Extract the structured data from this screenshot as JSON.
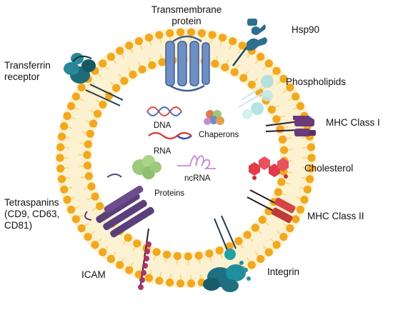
{
  "labels": {
    "transmembrane_protein": "Transmembrane\nprotein",
    "hsp90": "Hsp90",
    "transferrin_receptor": "Transferrin\nreceptor",
    "phospholipids": "Phospholipids",
    "mhc_class_i": "MHC Class I",
    "dna": "DNA",
    "chaperons": "Chaperons",
    "rna": "RNA",
    "cholesterol": "Cholesterol",
    "ncrna": "ncRNA",
    "proteins": "Proteins",
    "tetraspanins": "Tetraspanins\n(CD9, CD63,\nCD81)",
    "mhc_class_ii": "MHC Class II",
    "icam": "ICAM",
    "integrin": "Integrin"
  },
  "colors": {
    "lipid_head": "#f2a81d",
    "lipid_tail": "#f7d77c",
    "lumen": "#ffffff",
    "transmembrane": "#6f8fc4",
    "hsp90": "#2e6f8f",
    "transferrin": "#1d6b7a",
    "phospholipid": "#a8dede",
    "mhc_i": "#6a3a7a",
    "cholesterol": "#e23c4a",
    "mhc_ii": "#d64545",
    "integrin": "#1f8fa0",
    "icam": "#a8336e",
    "tetraspanin": "#5a3f7a",
    "dna_red": "#d74b4b",
    "dna_blue": "#4a6bb5",
    "rna_red": "#d64545",
    "rna_blue": "#3d4fa8",
    "ncrna": "#c48ad8",
    "protein_green": "#9cc97a"
  }
}
